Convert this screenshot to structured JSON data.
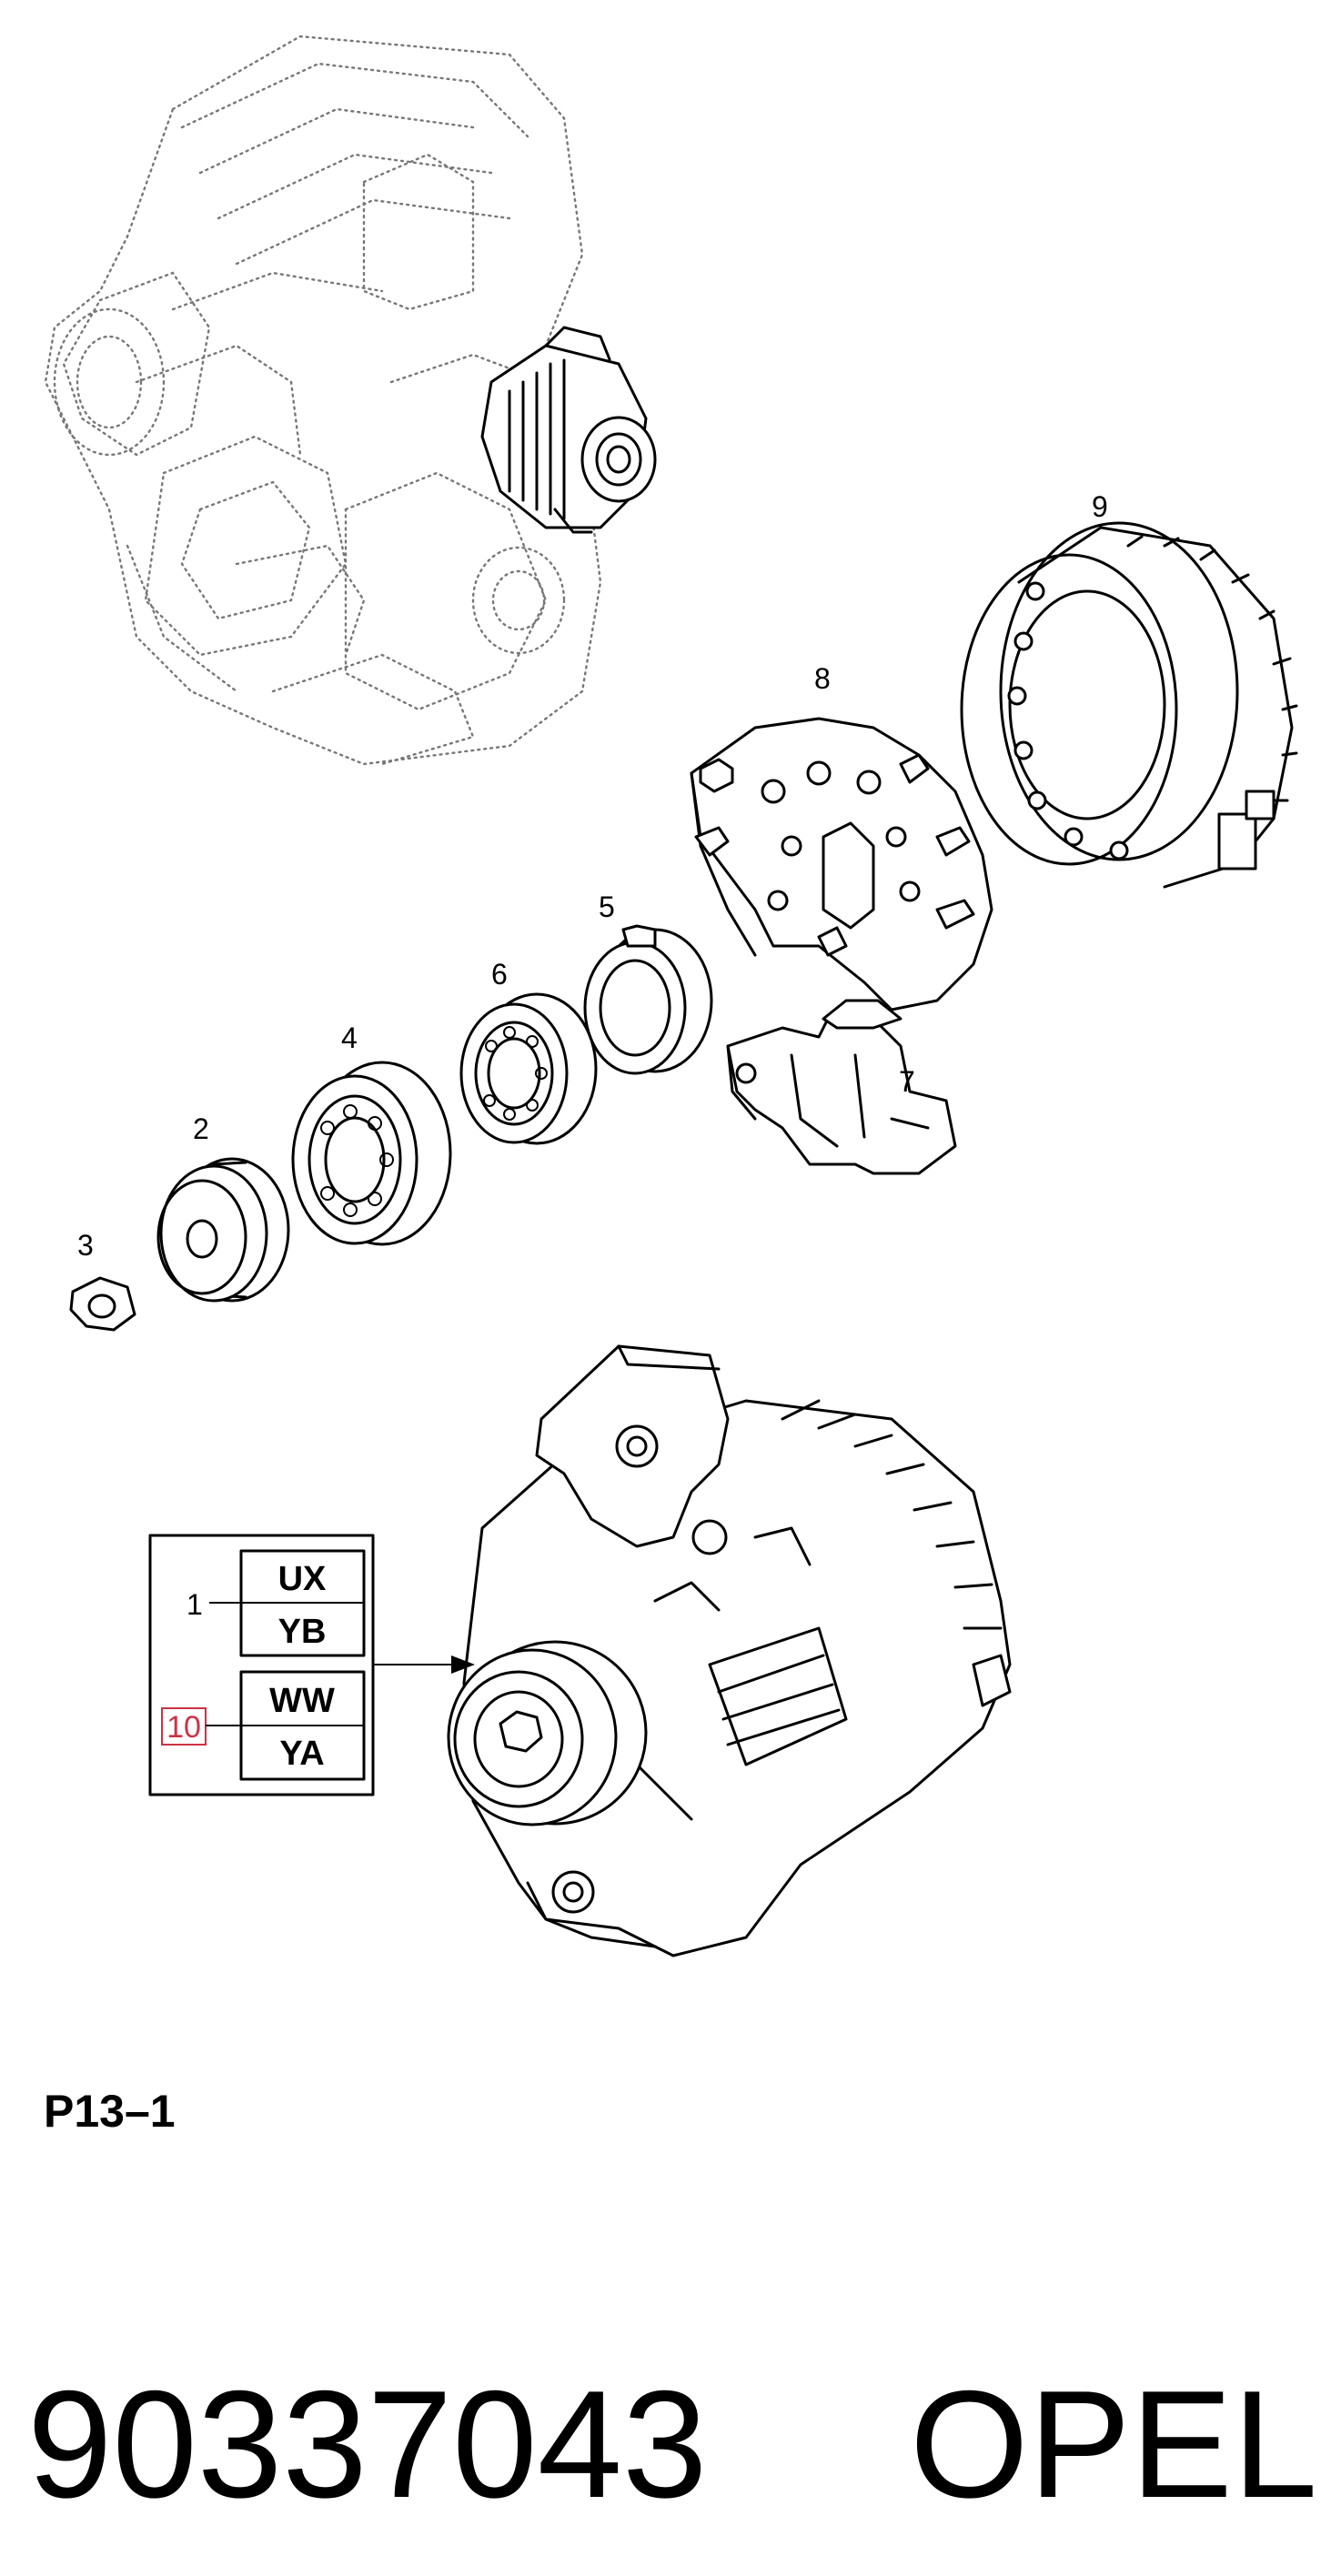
{
  "callouts": {
    "c1": "1",
    "c2": "2",
    "c3": "3",
    "c4": "4",
    "c5": "5",
    "c6": "6",
    "c7": "7",
    "c8": "8",
    "c9": "9",
    "c10": "10"
  },
  "codes": {
    "group1": [
      "UX",
      "YB"
    ],
    "group10": [
      "WW",
      "YA"
    ]
  },
  "sheet_label": "P13–1",
  "part_number": "90337043",
  "brand": "OPEL",
  "colors": {
    "highlight": "#cc3344",
    "ink": "#000000"
  }
}
